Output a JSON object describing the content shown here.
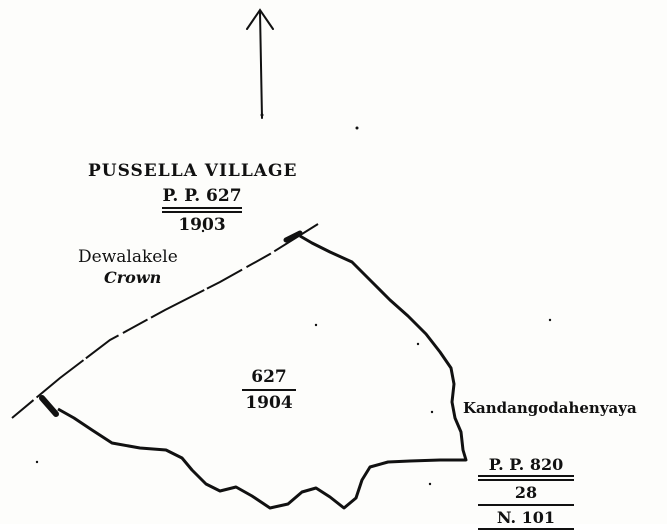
{
  "title": "PUSSELLA VILLAGE",
  "north_arrow_icon": "arrow-up-icon",
  "top_reference": {
    "line1": "P. P. 627",
    "line2": "1903"
  },
  "boundary_labels": {
    "west_top": "Dewalakele",
    "west_bottom": "Crown",
    "east": "Kandangodahenyaya"
  },
  "lot_number": {
    "numerator": "627",
    "denominator": "1904"
  },
  "bottom_reference": {
    "line1": "P. P. 820",
    "line2": "28",
    "line3": "N. 101"
  },
  "colors": {
    "ink": "#111111",
    "paper": "#fdfdfb"
  }
}
